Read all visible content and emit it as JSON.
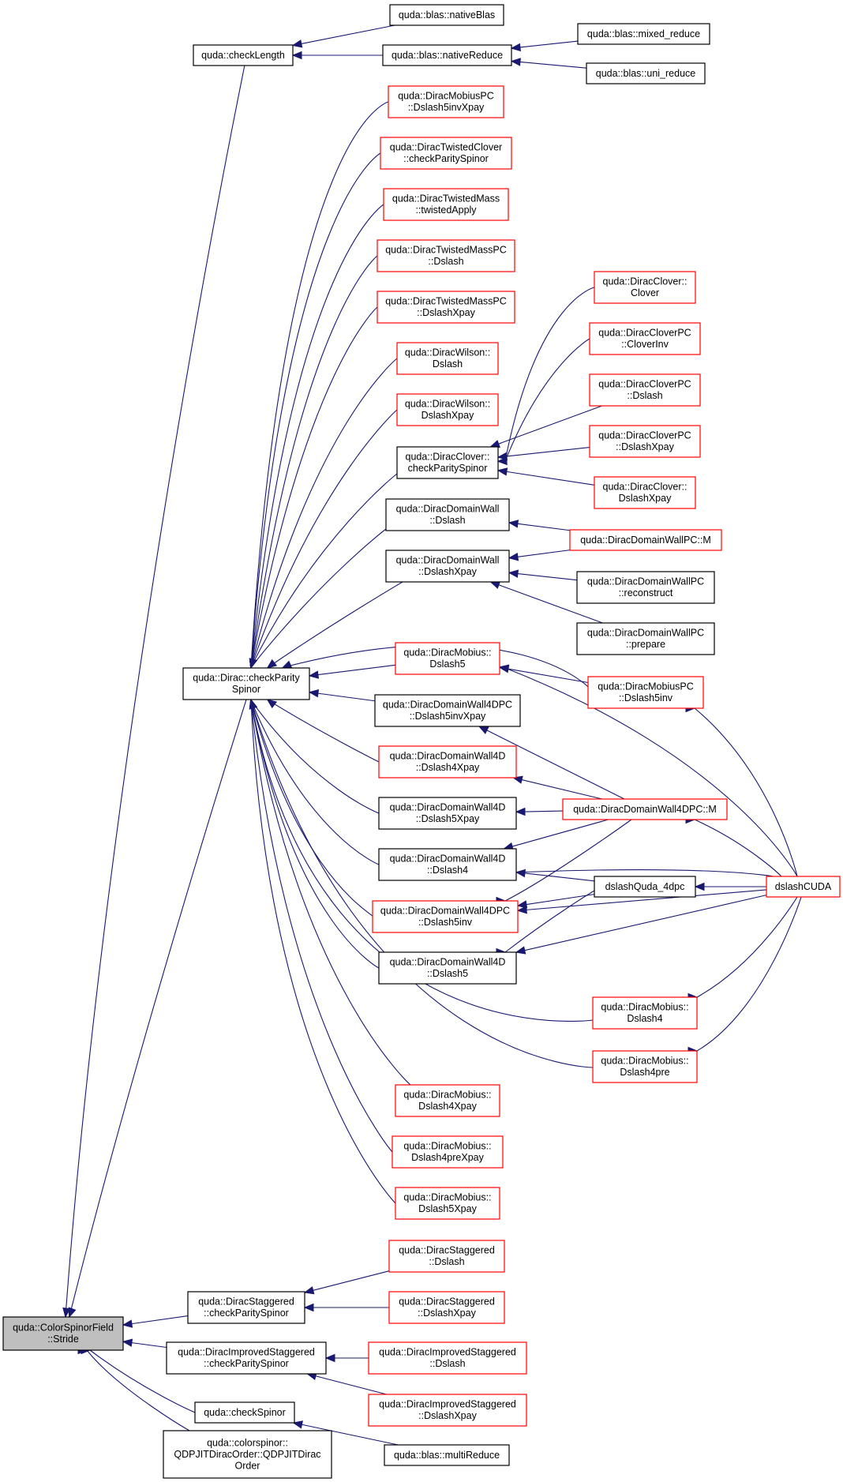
{
  "colors": {
    "normal": "#000000",
    "truncated": "#ff0000",
    "root_fill": "#bfbfbf",
    "edge": "#191970"
  },
  "nodes": {
    "stride": {
      "lines": [
        "quda::ColorSpinorField",
        "::Stride"
      ],
      "style": "root"
    },
    "checkLength": {
      "lines": [
        "quda::checkLength"
      ],
      "style": "normal"
    },
    "nativeBlas": {
      "lines": [
        "quda::blas::nativeBlas"
      ],
      "style": "normal"
    },
    "nativeReduce": {
      "lines": [
        "quda::blas::nativeReduce"
      ],
      "style": "normal"
    },
    "mixedReduce": {
      "lines": [
        "quda::blas::mixed_reduce"
      ],
      "style": "normal"
    },
    "uniReduce": {
      "lines": [
        "quda::blas::uni_reduce"
      ],
      "style": "normal"
    },
    "mobiusPC_D5invXpay": {
      "lines": [
        "quda::DiracMobiusPC",
        "::Dslash5invXpay"
      ],
      "style": "truncated"
    },
    "twClover_cps": {
      "lines": [
        "quda::DiracTwistedClover",
        "::checkParitySpinor"
      ],
      "style": "truncated"
    },
    "twMass_apply": {
      "lines": [
        "quda::DiracTwistedMass",
        "::twistedApply"
      ],
      "style": "truncated"
    },
    "twMassPC_D": {
      "lines": [
        "quda::DiracTwistedMassPC",
        "::Dslash"
      ],
      "style": "truncated"
    },
    "twMassPC_DX": {
      "lines": [
        "quda::DiracTwistedMassPC",
        "::DslashXpay"
      ],
      "style": "truncated"
    },
    "wilson_D": {
      "lines": [
        "quda::DiracWilson::",
        "Dslash"
      ],
      "style": "truncated"
    },
    "wilson_DX": {
      "lines": [
        "quda::DiracWilson::",
        "DslashXpay"
      ],
      "style": "truncated"
    },
    "clover_cps": {
      "lines": [
        "quda::DiracClover::",
        "checkParitySpinor"
      ],
      "style": "normal"
    },
    "clover_Clover": {
      "lines": [
        "quda::DiracClover::",
        "Clover"
      ],
      "style": "truncated"
    },
    "cloverPC_inv": {
      "lines": [
        "quda::DiracCloverPC",
        "::CloverInv"
      ],
      "style": "truncated"
    },
    "cloverPC_D": {
      "lines": [
        "quda::DiracCloverPC",
        "::Dslash"
      ],
      "style": "truncated"
    },
    "cloverPC_DX": {
      "lines": [
        "quda::DiracCloverPC",
        "::DslashXpay"
      ],
      "style": "truncated"
    },
    "clover_DX": {
      "lines": [
        "quda::DiracClover::",
        "DslashXpay"
      ],
      "style": "truncated"
    },
    "dw_D": {
      "lines": [
        "quda::DiracDomainWall",
        "::Dslash"
      ],
      "style": "normal"
    },
    "dw_DX": {
      "lines": [
        "quda::DiracDomainWall",
        "::DslashXpay"
      ],
      "style": "normal"
    },
    "dwPC_M": {
      "lines": [
        "quda::DiracDomainWallPC::M"
      ],
      "style": "truncated"
    },
    "dwPC_rec": {
      "lines": [
        "quda::DiracDomainWallPC",
        "::reconstruct"
      ],
      "style": "normal"
    },
    "dwPC_prep": {
      "lines": [
        "quda::DiracDomainWallPC",
        "::prepare"
      ],
      "style": "normal"
    },
    "dirac_cps": {
      "lines": [
        "quda::Dirac::checkParity",
        "Spinor"
      ],
      "style": "normal"
    },
    "mobius_D5": {
      "lines": [
        "quda::DiracMobius::",
        "Dslash5"
      ],
      "style": "truncated"
    },
    "mobiusPC_D5inv": {
      "lines": [
        "quda::DiracMobiusPC",
        "::Dslash5inv"
      ],
      "style": "truncated"
    },
    "dw4dpc_D5invXpay": {
      "lines": [
        "quda::DiracDomainWall4DPC",
        "::Dslash5invXpay"
      ],
      "style": "normal"
    },
    "dw4d_D4Xpay": {
      "lines": [
        "quda::DiracDomainWall4D",
        "::Dslash4Xpay"
      ],
      "style": "truncated"
    },
    "dw4d_D5Xpay": {
      "lines": [
        "quda::DiracDomainWall4D",
        "::Dslash5Xpay"
      ],
      "style": "normal"
    },
    "dw4dpc_M": {
      "lines": [
        "quda::DiracDomainWall4DPC::M"
      ],
      "style": "truncated"
    },
    "dw4d_D4": {
      "lines": [
        "quda::DiracDomainWall4D",
        "::Dslash4"
      ],
      "style": "normal"
    },
    "dslashQuda4dpc": {
      "lines": [
        "dslashQuda_4dpc"
      ],
      "style": "normal"
    },
    "dslashCUDA": {
      "lines": [
        "dslashCUDA"
      ],
      "style": "truncated"
    },
    "dw4dpc_D5inv": {
      "lines": [
        "quda::DiracDomainWall4DPC",
        "::Dslash5inv"
      ],
      "style": "truncated"
    },
    "dw4d_D5": {
      "lines": [
        "quda::DiracDomainWall4D",
        "::Dslash5"
      ],
      "style": "normal"
    },
    "mobius_D4": {
      "lines": [
        "quda::DiracMobius::",
        "Dslash4"
      ],
      "style": "truncated"
    },
    "mobius_D4pre": {
      "lines": [
        "quda::DiracMobius::",
        "Dslash4pre"
      ],
      "style": "truncated"
    },
    "mobius_D4Xpay": {
      "lines": [
        "quda::DiracMobius::",
        "Dslash4Xpay"
      ],
      "style": "truncated"
    },
    "mobius_D4preXpay": {
      "lines": [
        "quda::DiracMobius::",
        "Dslash4preXpay"
      ],
      "style": "truncated"
    },
    "mobius_D5Xpay": {
      "lines": [
        "quda::DiracMobius::",
        "Dslash5Xpay"
      ],
      "style": "truncated"
    },
    "stag_D": {
      "lines": [
        "quda::DiracStaggered",
        "::Dslash"
      ],
      "style": "truncated"
    },
    "stag_cps": {
      "lines": [
        "quda::DiracStaggered",
        "::checkParitySpinor"
      ],
      "style": "normal"
    },
    "stag_DX": {
      "lines": [
        "quda::DiracStaggered",
        "::DslashXpay"
      ],
      "style": "truncated"
    },
    "istag_cps": {
      "lines": [
        "quda::DiracImprovedStaggered",
        "::checkParitySpinor"
      ],
      "style": "normal"
    },
    "istag_D": {
      "lines": [
        "quda::DiracImprovedStaggered",
        "::Dslash"
      ],
      "style": "truncated"
    },
    "istag_DX": {
      "lines": [
        "quda::DiracImprovedStaggered",
        "::DslashXpay"
      ],
      "style": "truncated"
    },
    "checkSpinor": {
      "lines": [
        "quda::checkSpinor"
      ],
      "style": "normal"
    },
    "multiReduce": {
      "lines": [
        "quda::blas::multiReduce"
      ],
      "style": "normal"
    },
    "qdpjit": {
      "lines": [
        "quda::colorspinor::",
        "QDPJITDiracOrder::QDPJITDirac",
        "Order"
      ],
      "style": "normal"
    }
  },
  "edges": [
    [
      "checkLength",
      "stride"
    ],
    [
      "dirac_cps",
      "stride"
    ],
    [
      "stag_cps",
      "stride"
    ],
    [
      "istag_cps",
      "stride"
    ],
    [
      "checkSpinor",
      "stride"
    ],
    [
      "qdpjit",
      "stride"
    ],
    [
      "nativeBlas",
      "checkLength"
    ],
    [
      "nativeReduce",
      "checkLength"
    ],
    [
      "mixedReduce",
      "nativeReduce"
    ],
    [
      "uniReduce",
      "nativeReduce"
    ],
    [
      "mobiusPC_D5invXpay",
      "dirac_cps"
    ],
    [
      "twClover_cps",
      "dirac_cps"
    ],
    [
      "twMass_apply",
      "dirac_cps"
    ],
    [
      "twMassPC_D",
      "dirac_cps"
    ],
    [
      "twMassPC_DX",
      "dirac_cps"
    ],
    [
      "wilson_D",
      "dirac_cps"
    ],
    [
      "wilson_DX",
      "dirac_cps"
    ],
    [
      "clover_cps",
      "dirac_cps"
    ],
    [
      "dw_D",
      "dirac_cps"
    ],
    [
      "dw_DX",
      "dirac_cps"
    ],
    [
      "mobiusPC_D5inv",
      "dirac_cps"
    ],
    [
      "mobius_D5",
      "dirac_cps"
    ],
    [
      "dw4dpc_D5invXpay",
      "dirac_cps"
    ],
    [
      "dw4d_D4Xpay",
      "dirac_cps"
    ],
    [
      "dw4d_D5Xpay",
      "dirac_cps"
    ],
    [
      "dw4d_D4",
      "dirac_cps"
    ],
    [
      "dw4dpc_D5inv",
      "dirac_cps"
    ],
    [
      "dw4d_D5",
      "dirac_cps"
    ],
    [
      "mobius_D4",
      "dirac_cps"
    ],
    [
      "mobius_D4pre",
      "dirac_cps"
    ],
    [
      "mobius_D4Xpay",
      "dirac_cps"
    ],
    [
      "mobius_D4preXpay",
      "dirac_cps"
    ],
    [
      "mobius_D5Xpay",
      "dirac_cps"
    ],
    [
      "clover_Clover",
      "clover_cps"
    ],
    [
      "cloverPC_inv",
      "clover_cps"
    ],
    [
      "cloverPC_D",
      "clover_cps"
    ],
    [
      "cloverPC_DX",
      "clover_cps"
    ],
    [
      "clover_DX",
      "clover_cps"
    ],
    [
      "dwPC_M",
      "dw_D"
    ],
    [
      "dwPC_M",
      "dw_DX"
    ],
    [
      "dwPC_rec",
      "dw_DX"
    ],
    [
      "dwPC_prep",
      "dw_DX"
    ],
    [
      "mobiusPC_D5inv",
      "mobius_D5"
    ],
    [
      "dslashCUDA",
      "mobius_D5"
    ],
    [
      "dslashCUDA",
      "mobiusPC_D5inv"
    ],
    [
      "dw4dpc_M",
      "dw4dpc_D5invXpay"
    ],
    [
      "dw4dpc_M",
      "dw4d_D4Xpay"
    ],
    [
      "dw4dpc_M",
      "dw4d_D5Xpay"
    ],
    [
      "dw4dpc_M",
      "dw4d_D4"
    ],
    [
      "dw4dpc_M",
      "dw4dpc_D5inv"
    ],
    [
      "dslashCUDA",
      "dw4dpc_M"
    ],
    [
      "dslashQuda4dpc",
      "dw4d_D4"
    ],
    [
      "dslashQuda4dpc",
      "dw4dpc_D5inv"
    ],
    [
      "dslashQuda4dpc",
      "dw4d_D5"
    ],
    [
      "dslashCUDA",
      "dslashQuda4dpc"
    ],
    [
      "dslashCUDA",
      "dw4d_D4"
    ],
    [
      "dslashCUDA",
      "dw4dpc_D5inv"
    ],
    [
      "dslashCUDA",
      "dw4d_D5"
    ],
    [
      "dslashCUDA",
      "mobius_D4"
    ],
    [
      "dslashCUDA",
      "mobius_D4pre"
    ],
    [
      "stag_D",
      "stag_cps"
    ],
    [
      "stag_DX",
      "stag_cps"
    ],
    [
      "istag_D",
      "istag_cps"
    ],
    [
      "istag_DX",
      "istag_cps"
    ],
    [
      "multiReduce",
      "checkSpinor"
    ]
  ]
}
